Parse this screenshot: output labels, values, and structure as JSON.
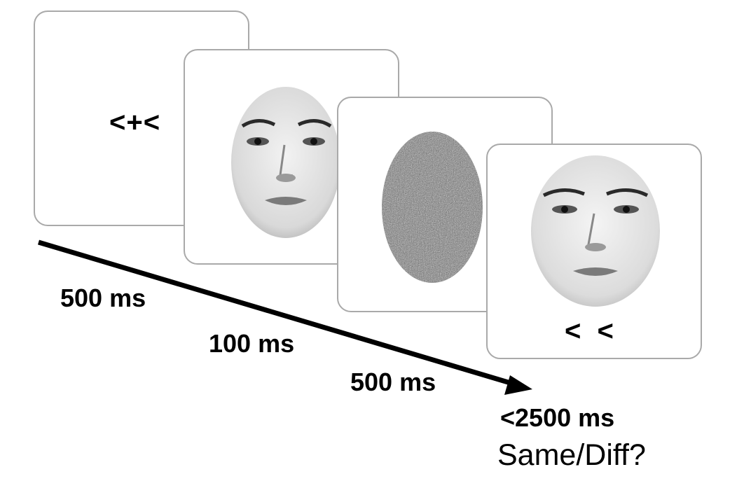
{
  "fixation": {
    "cue": "<+<"
  },
  "probe": {
    "cue": "< <"
  },
  "durations": {
    "fixation": "500 ms",
    "sample": "100 ms",
    "mask": "500 ms",
    "probe": "<2500 ms"
  },
  "response": {
    "question": "Same/Diff?"
  },
  "colors": {
    "panel_border": "#a9a9a9",
    "arrow": "#000000",
    "face": "#e8e8e8"
  },
  "icons": [
    "face-image",
    "noise-mask-image",
    "timeline-arrow"
  ]
}
